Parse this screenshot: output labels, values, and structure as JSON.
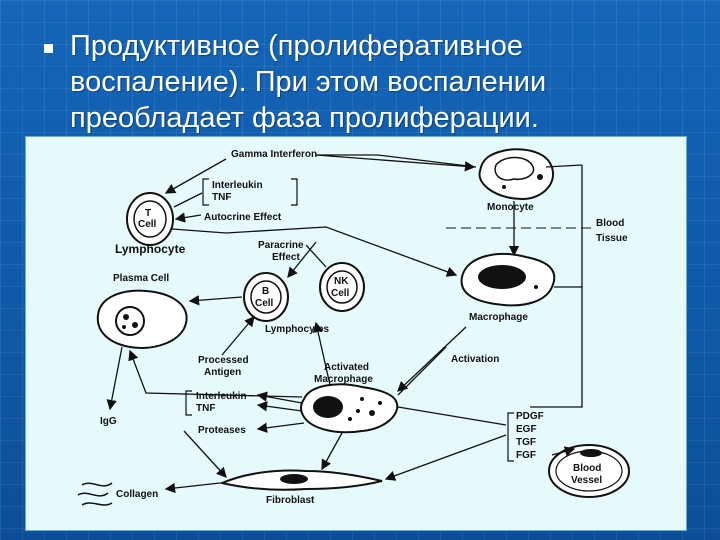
{
  "slide": {
    "title": "Продуктивное (пролиферативное воспаление). При этом воспалении преобладает фаза пролиферации."
  },
  "diagram": {
    "gamma_interferon": "Gamma Interferon",
    "interleukin_top": "Interleukin",
    "tnf_top": "TNF",
    "autocrine_effect": "Autocrine Effect",
    "t_cell_1": "T",
    "t_cell_2": "Cell",
    "lymphocyte": "Lymphocyte",
    "paracrine_1": "Paracrine",
    "paracrine_2": "Effect",
    "monocyte": "Monocyte",
    "blood": "Blood",
    "tissue": "Tissue",
    "plasma_cell": "Plasma Cell",
    "b_cell_1": "B",
    "b_cell_2": "Cell",
    "nk_cell_1": "NK",
    "nk_cell_2": "Cell",
    "lymphocytes": "Lymphocytes",
    "macrophage": "Macrophage",
    "processed_1": "Processed",
    "processed_2": "Antigen",
    "activated_1": "Activated",
    "activated_2": "Macrophage",
    "activation": "Activation",
    "igg": "IgG",
    "interleukin_bottom": "Interleukin",
    "tnf_bottom": "TNF",
    "proteases": "Proteases",
    "pdgf": "PDGF",
    "egf": "EGF",
    "tgf": "TGF",
    "fgf": "FGF",
    "blood_vessel_1": "Blood",
    "blood_vessel_2": "Vessel",
    "collagen": "Collagen",
    "fibroblast": "Fibroblast"
  },
  "colors": {
    "background": "#1565b8",
    "figure_bg": "#e6fafb",
    "ink": "#111111"
  }
}
